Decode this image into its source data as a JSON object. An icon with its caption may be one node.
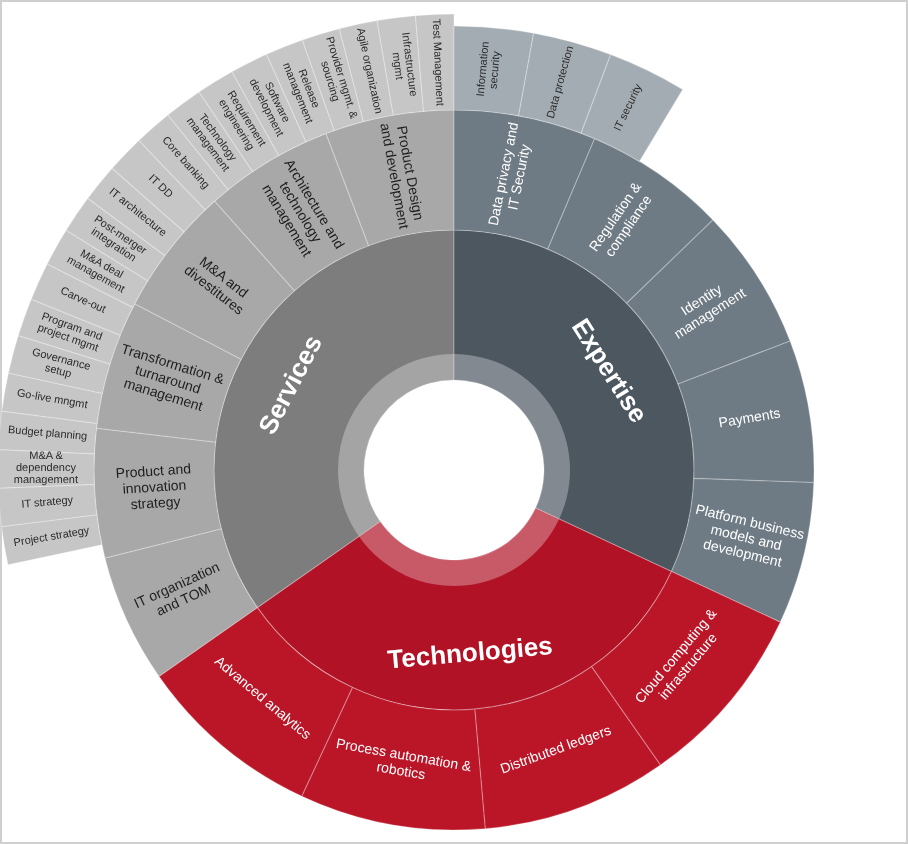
{
  "diagram": {
    "nodes": [
      {
        "text": [
          "Services"
        ]
      },
      {
        "text": [
          "Expertise"
        ]
      },
      {
        "text": [
          "Technologies"
        ]
      },
      {
        "text": [
          "IT organization and TOM"
        ]
      },
      {
        "text": [
          "Product and innovation strategy"
        ]
      },
      {
        "text": [
          "Transformation & turnaround management"
        ]
      },
      {
        "text": [
          "M&A and divestitures"
        ]
      },
      {
        "text": [
          "Architecture and technology management"
        ]
      },
      {
        "text": [
          "Product Design and development"
        ]
      },
      {
        "text": [
          "Data privacy and IT Security"
        ]
      },
      {
        "text": [
          "Regulation & compliance"
        ]
      },
      {
        "text": [
          "Identity management"
        ]
      },
      {
        "text": [
          "Payments"
        ]
      },
      {
        "text": [
          "Platform business models and development"
        ]
      },
      {
        "text": [
          "Advanced analytics"
        ]
      },
      {
        "text": [
          "Process automation & robotics"
        ]
      },
      {
        "text": [
          "Distributed ledgers"
        ]
      },
      {
        "text": [
          "Cloud computing & infrastructure"
        ]
      },
      {
        "text": [
          "Project strategy"
        ]
      },
      {
        "text": [
          "IT strategy"
        ]
      },
      {
        "text": [
          "M&A & dependency management"
        ]
      },
      {
        "text": [
          "Budget planning"
        ]
      },
      {
        "text": [
          "Go-live mngmt"
        ]
      },
      {
        "text": [
          "Governance setup"
        ]
      },
      {
        "text": [
          "Program and project mgmt"
        ]
      },
      {
        "text": [
          "Carve-out"
        ]
      },
      {
        "text": [
          "M&A deal management"
        ]
      },
      {
        "text": [
          "Post-merger integration"
        ]
      },
      {
        "text": [
          "IT architecture"
        ]
      },
      {
        "text": [
          "IT DD"
        ]
      },
      {
        "text": [
          "Core banking"
        ]
      },
      {
        "text": [
          "Technology management"
        ]
      },
      {
        "text": [
          "Requirement engineering"
        ]
      },
      {
        "text": [
          "Software development"
        ]
      },
      {
        "text": [
          "Release management"
        ]
      },
      {
        "text": [
          "Provider mgmt. & sourcing"
        ]
      },
      {
        "text": [
          "Agile organization"
        ]
      },
      {
        "text": [
          "Infrastructure mgmt"
        ]
      },
      {
        "text": [
          "Test Management"
        ]
      },
      {
        "text": [
          "Information security"
        ]
      },
      {
        "text": [
          "Data protection"
        ]
      },
      {
        "text": [
          "IT security"
        ]
      }
    ]
  }
}
